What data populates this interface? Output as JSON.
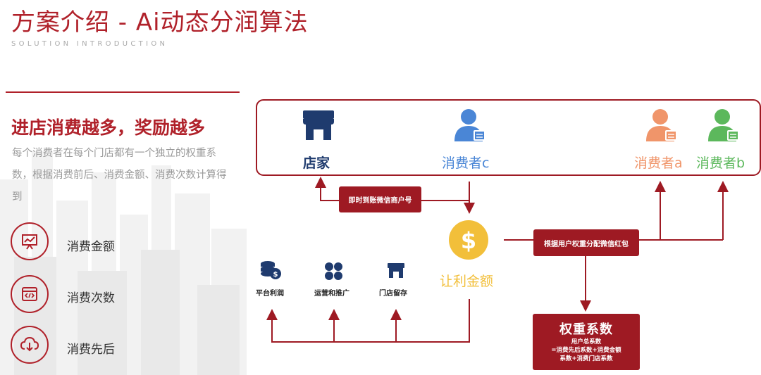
{
  "header": {
    "title": "方案介绍 - Ai动态分润算法",
    "subtitle": "SOLUTION INTRODUCTION"
  },
  "left": {
    "headline": "进店消费越多，奖励越多",
    "description": "每个消费者在每个门店都有一个独立的权重系数，根据消费前后、消费金额、消费次数计算得到",
    "factors": [
      {
        "icon": "presentation-chart-icon",
        "label": "消费金额"
      },
      {
        "icon": "code-window-icon",
        "label": "消费次数"
      },
      {
        "icon": "cloud-download-icon",
        "label": "消费先后"
      }
    ]
  },
  "diagram": {
    "nodes": {
      "store": "店家",
      "consumer_c": "消费者c",
      "consumer_a": "消费者a",
      "consumer_b": "消费者b",
      "profit": "让利金额"
    },
    "pills": {
      "instant_transfer": "即时到账微信商户号",
      "distribute": "根据用户权重分配微信红包"
    },
    "allocations": [
      "平台利润",
      "运营和推广",
      "门店留存"
    ],
    "weight": {
      "title": "权重系数",
      "lines": [
        "用户总系数",
        "=消费先后系数+消费金额",
        "系数+消费门店系数"
      ]
    },
    "colors": {
      "brand_red": "#b0212a",
      "dark_red": "#9e1a23",
      "store_blue": "#1f3b6e",
      "consumer_c_blue": "#4a86d6",
      "consumer_a_orange": "#f0956a",
      "consumer_b_green": "#5cb85c",
      "profit_gold": "#f2bf3a"
    }
  }
}
